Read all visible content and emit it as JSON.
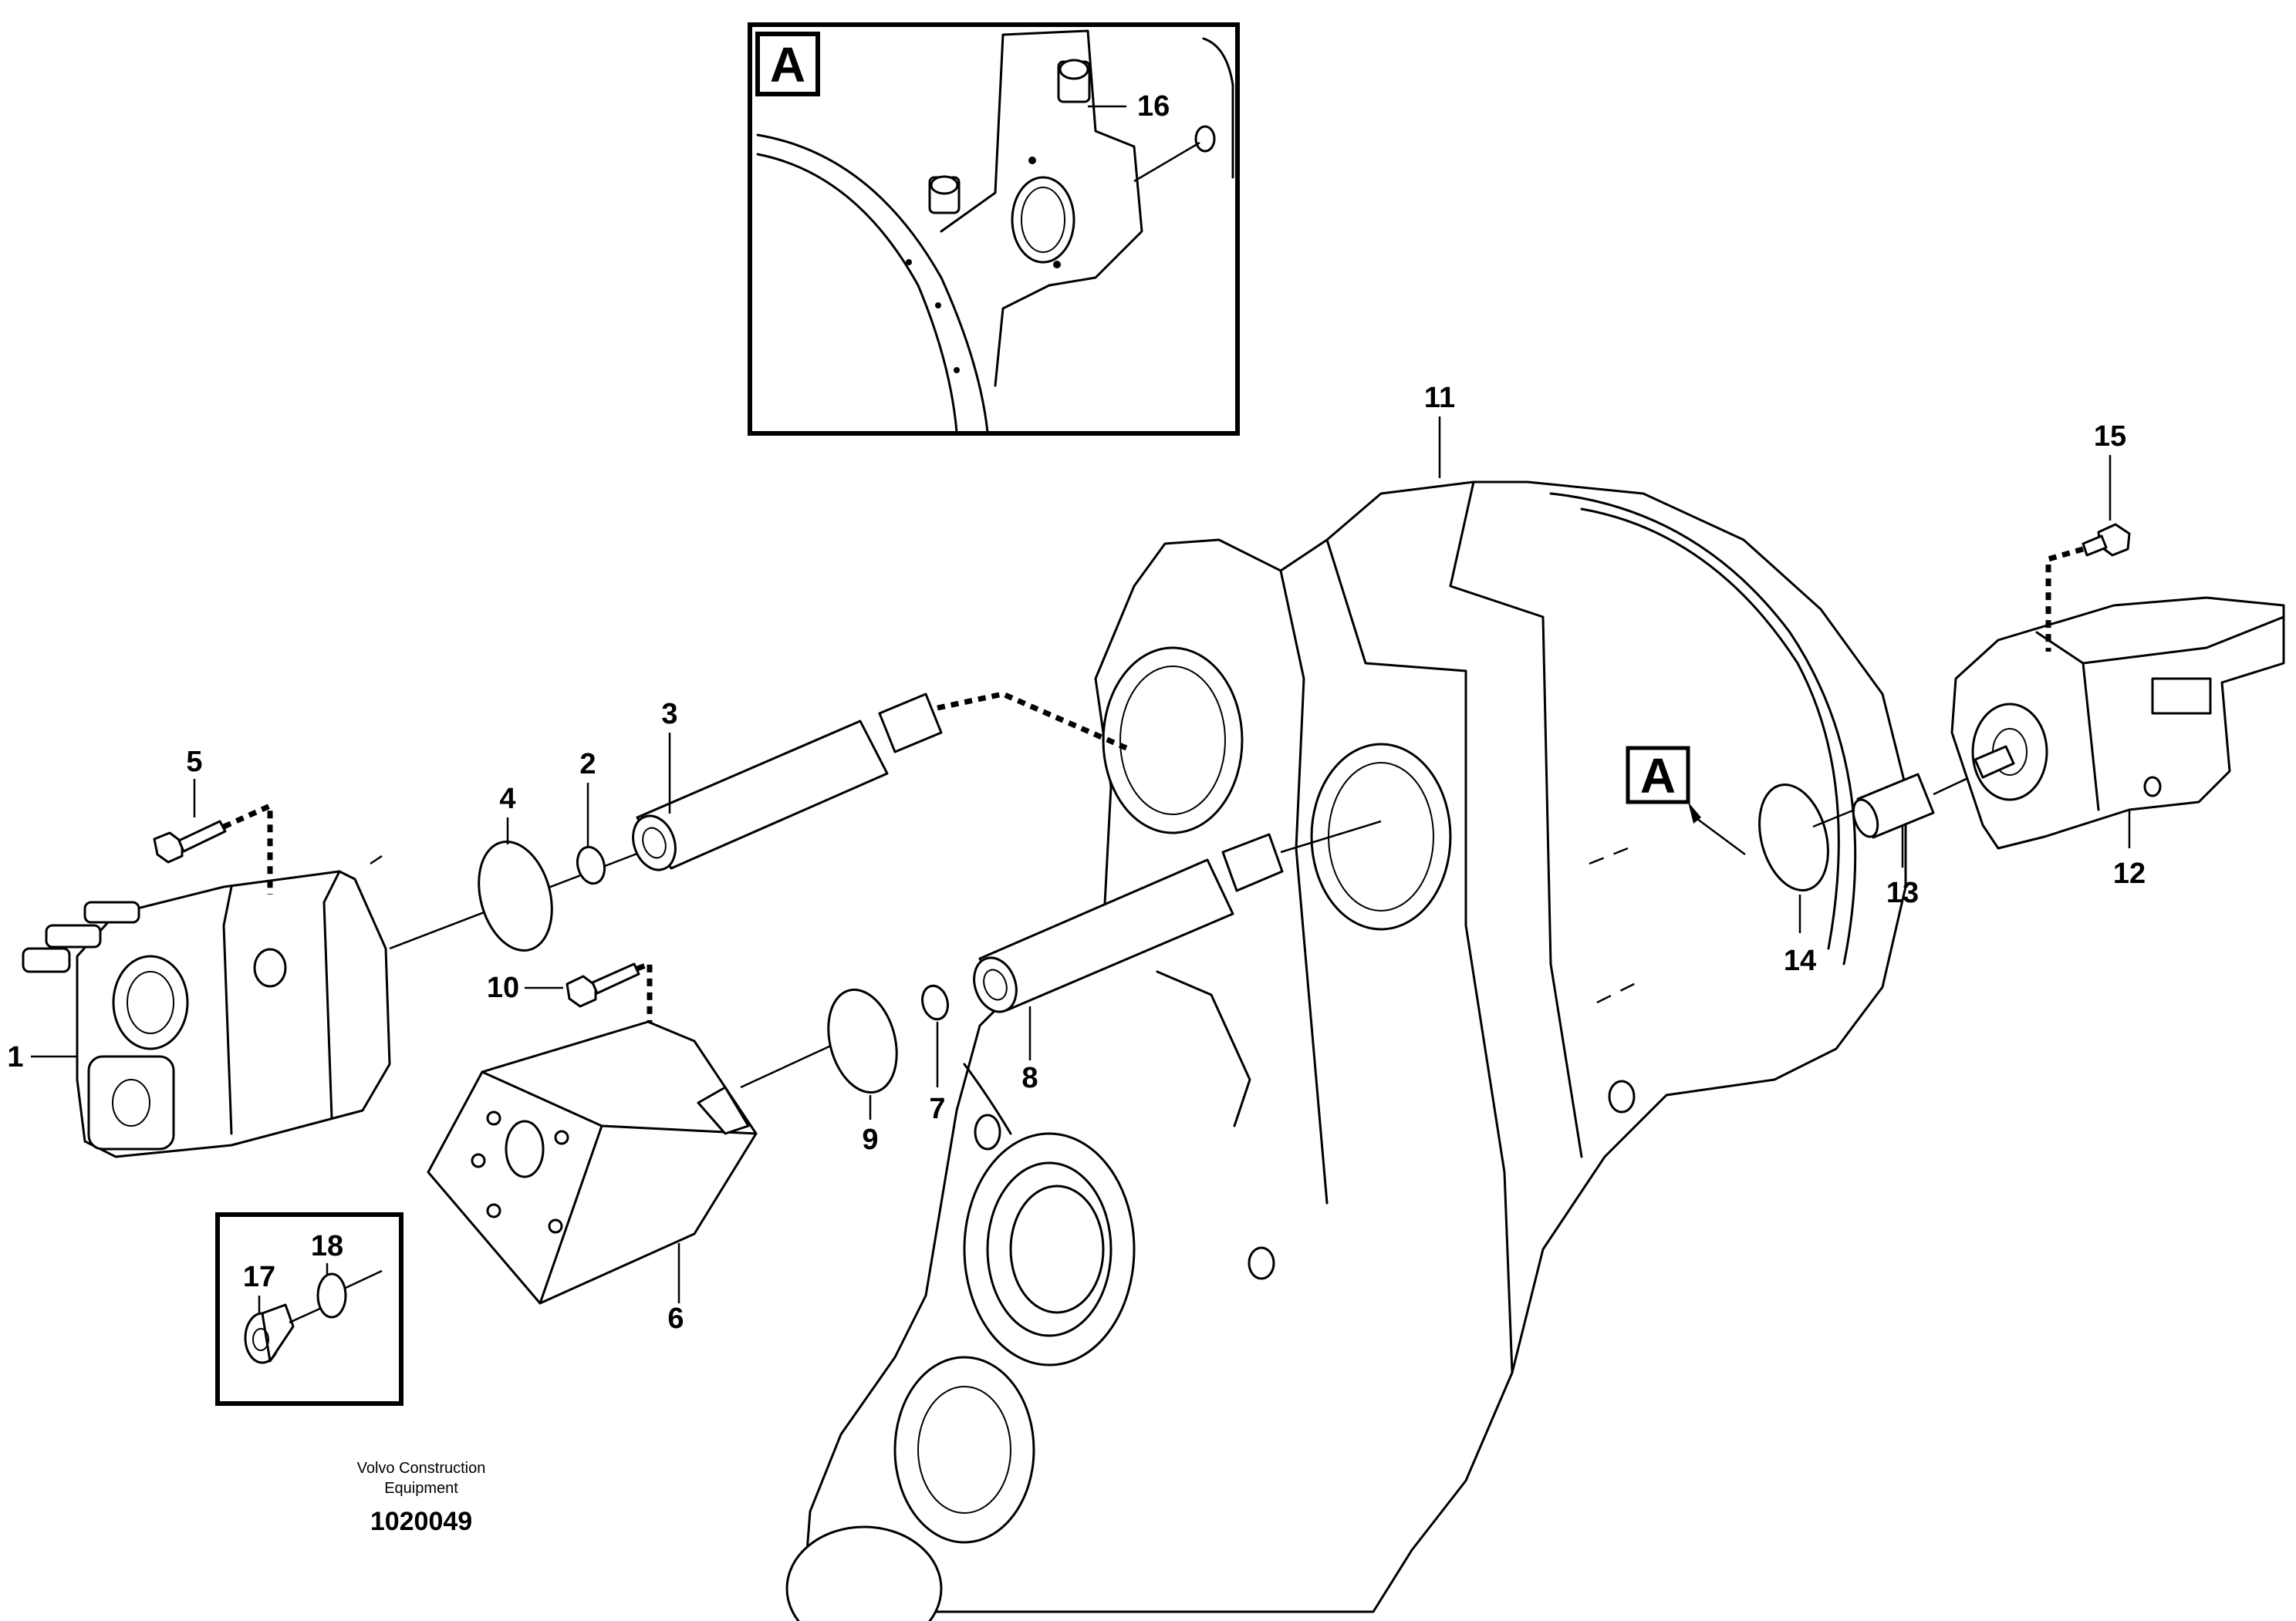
{
  "callouts": {
    "c1": "1",
    "c2": "2",
    "c3": "3",
    "c4": "4",
    "c5": "5",
    "c6": "6",
    "c7": "7",
    "c8": "8",
    "c9": "9",
    "c10": "10",
    "c11": "11",
    "c12": "12",
    "c13": "13",
    "c14": "14",
    "c15": "15",
    "c16": "16",
    "c17": "17",
    "c18": "18"
  },
  "detail": {
    "letter": "A"
  },
  "footer": {
    "line1": "Volvo Construction",
    "line2": "Equipment",
    "diagram_id": "1020049"
  }
}
